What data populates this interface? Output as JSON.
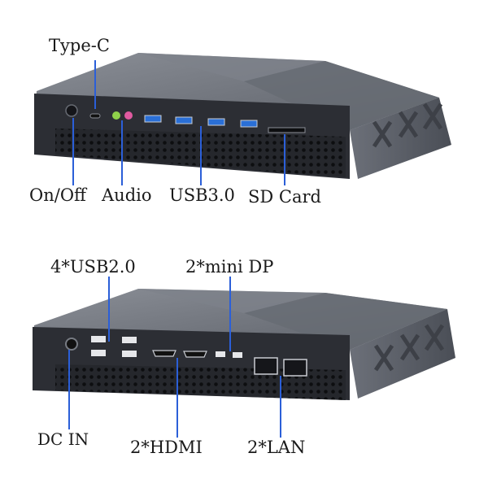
{
  "front_labels": {
    "type_c": "Type-C",
    "on_off": "On/Off",
    "audio": "Audio",
    "usb3": "USB3.0",
    "sd_card": "SD Card"
  },
  "rear_labels": {
    "usb2": "4*USB2.0",
    "mini_dp": "2*mini DP",
    "dc_in": "DC IN",
    "hdmi": "2*HDMI",
    "lan": "2*LAN"
  },
  "colors": {
    "body_top": "#6f737c",
    "body_front": "#2b2d33",
    "usb3_blue": "#2a6fd6",
    "audio_green": "#8fd14a",
    "audio_pink": "#e05aa0",
    "callout_line": "#2b5fd8"
  }
}
